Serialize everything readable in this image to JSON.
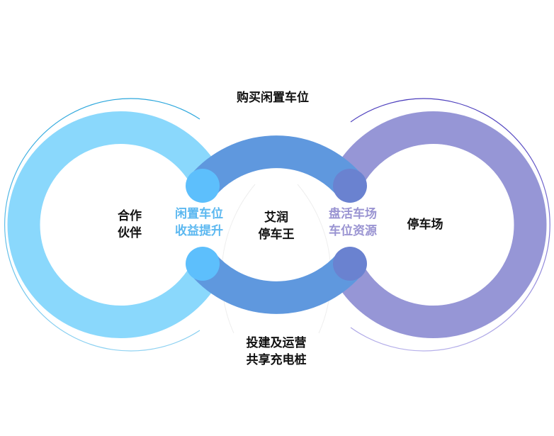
{
  "top_label": "购买闲置车位",
  "bottom_label": [
    "投建及运营",
    "共享充电桩"
  ],
  "rings": [
    {
      "name": "partner",
      "label": [
        "合作",
        "伙伴"
      ],
      "color": "#8ad8fc"
    },
    {
      "name": "brand",
      "label": [
        "艾润",
        "停车王"
      ],
      "color": "#5f98de"
    },
    {
      "name": "parking-lot",
      "label": [
        "停车场"
      ],
      "color": "#9696d6"
    }
  ],
  "overlap_labels": {
    "left": [
      "闲置车位",
      "收益提升"
    ],
    "right": [
      "盘活车场",
      "车位资源"
    ]
  },
  "colors": {
    "left_ring": "#8ad8fc",
    "middle_ring": "#5f98de",
    "right_ring": "#9696d6",
    "left_overlap": "#5dbffc",
    "right_overlap": "#6a82d0",
    "left_arc": "#2aa6dc",
    "right_arc": "#5a4ec4",
    "left_text": "#5cb8f0",
    "right_text": "#9a94d2"
  }
}
